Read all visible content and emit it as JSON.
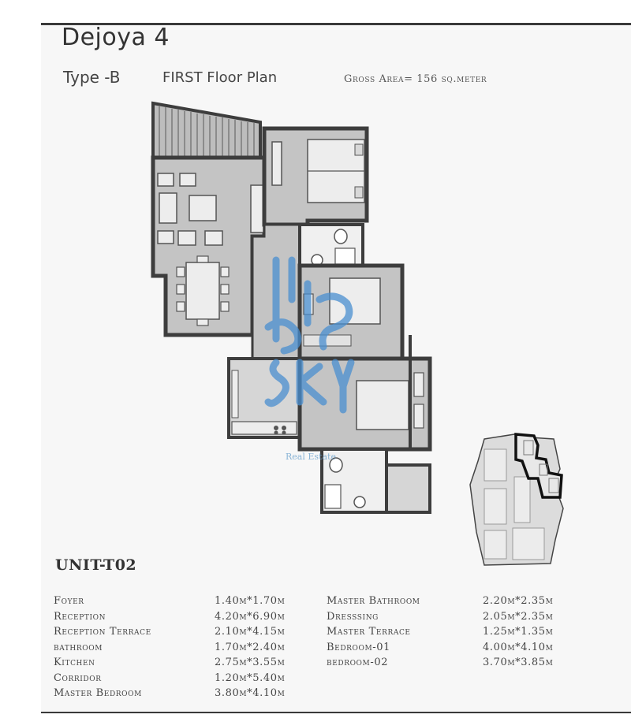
{
  "header": {
    "title": "Dejoya 4",
    "type": "Type -B",
    "floor": "FIRST Floor Plan",
    "gross_area": "Gross Area= 156 sq.meter"
  },
  "watermark": {
    "brand": "Blue Sky",
    "sub": "Real Estate"
  },
  "unit": "UNIT-T02",
  "rooms_left": [
    {
      "name": "Foyer",
      "dims": "1.40m*1.70m"
    },
    {
      "name": "Reception",
      "dims": "4.20m*6.90m"
    },
    {
      "name": "Reception Terrace",
      "dims": "2.10m*4.15m"
    },
    {
      "name": "bathroom",
      "dims": "1.70m*2.40m"
    },
    {
      "name": "Kitchen",
      "dims": "2.75m*3.55m"
    },
    {
      "name": "Corridor",
      "dims": "1.20m*5.40m"
    },
    {
      "name": "Master Bedroom",
      "dims": "3.80m*4.10m"
    }
  ],
  "rooms_right": [
    {
      "name": "Master Bathroom",
      "dims": "2.20m*2.35m"
    },
    {
      "name": "Dresssing",
      "dims": "2.05m*2.35m"
    },
    {
      "name": "Master Terrace",
      "dims": "1.25m*1.35m"
    },
    {
      "name": "Bedroom-01",
      "dims": "4.00m*4.10m"
    },
    {
      "name": "bedroom-02",
      "dims": "3.70m*3.85m"
    }
  ],
  "colors": {
    "wall": "#3d3d3d",
    "floor_fill": "#c9c9c9",
    "watermark": "#4a8fd0"
  }
}
